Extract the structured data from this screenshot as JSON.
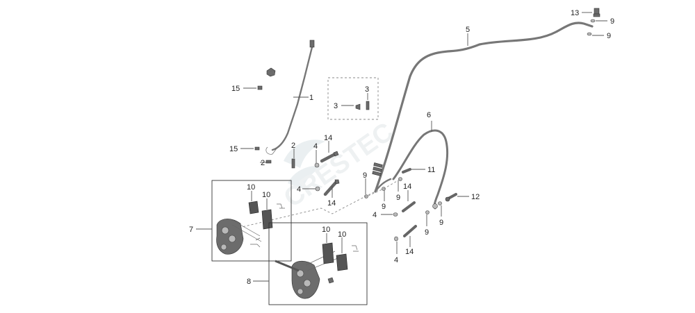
{
  "watermark": "CRESTEC",
  "callouts": {
    "c1": "1",
    "c2a": "2",
    "c2b": "2",
    "c3a": "3",
    "c3b": "3",
    "c4a": "4",
    "c4b": "4",
    "c4c": "4",
    "c4d": "4",
    "c5": "5",
    "c6": "6",
    "c7": "7",
    "c8": "8",
    "c9a": "9",
    "c9b": "9",
    "c9c": "9",
    "c9d": "9",
    "c9e": "9",
    "c9f": "9",
    "c9g": "9",
    "c10a": "10",
    "c10b": "10",
    "c10c": "10",
    "c10d": "10",
    "c11": "11",
    "c12": "12",
    "c13": "13",
    "c14a": "14",
    "c14b": "14",
    "c14c": "14",
    "c14d": "14",
    "c15a": "15",
    "c15b": "15"
  },
  "colors": {
    "hose": "#777777",
    "part": "#6c6c6c",
    "frame": "#333333",
    "watermark": "#cfd8dc"
  }
}
